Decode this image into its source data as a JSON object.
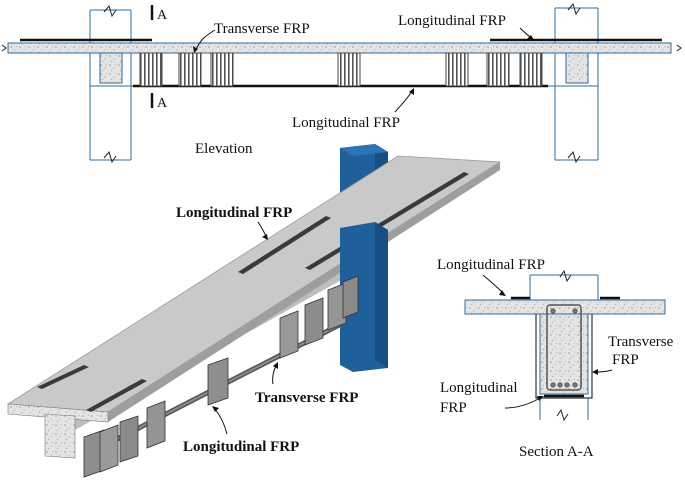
{
  "elevation": {
    "caption": "Elevation",
    "section_mark": "A",
    "labels": {
      "transverse_top": "Transverse FRP",
      "longitudinal_top": "Longitudinal FRP",
      "longitudinal_bottom": "Longitudinal FRP"
    }
  },
  "iso_view": {
    "labels": {
      "longitudinal_top": "Longitudinal FRP",
      "transverse": "Transverse FRP",
      "longitudinal_bottom": "Longitudinal FRP"
    }
  },
  "section": {
    "caption": "Section A-A",
    "labels": {
      "longitudinal_top": "Longitudinal FRP",
      "transverse_line1": "Transverse",
      "transverse_line2": "FRP",
      "longitudinal_bottom_line1": "Longitudinal",
      "longitudinal_bottom_line2": "FRP"
    }
  },
  "colors": {
    "concrete": "#d7d7d7",
    "frp_sheet": "#8e8e8e",
    "frp_dark": "#3c3c3c",
    "column": "#1f5f9a",
    "column_dark": "#124a7c",
    "outline_blue": "#2d6ca2"
  }
}
